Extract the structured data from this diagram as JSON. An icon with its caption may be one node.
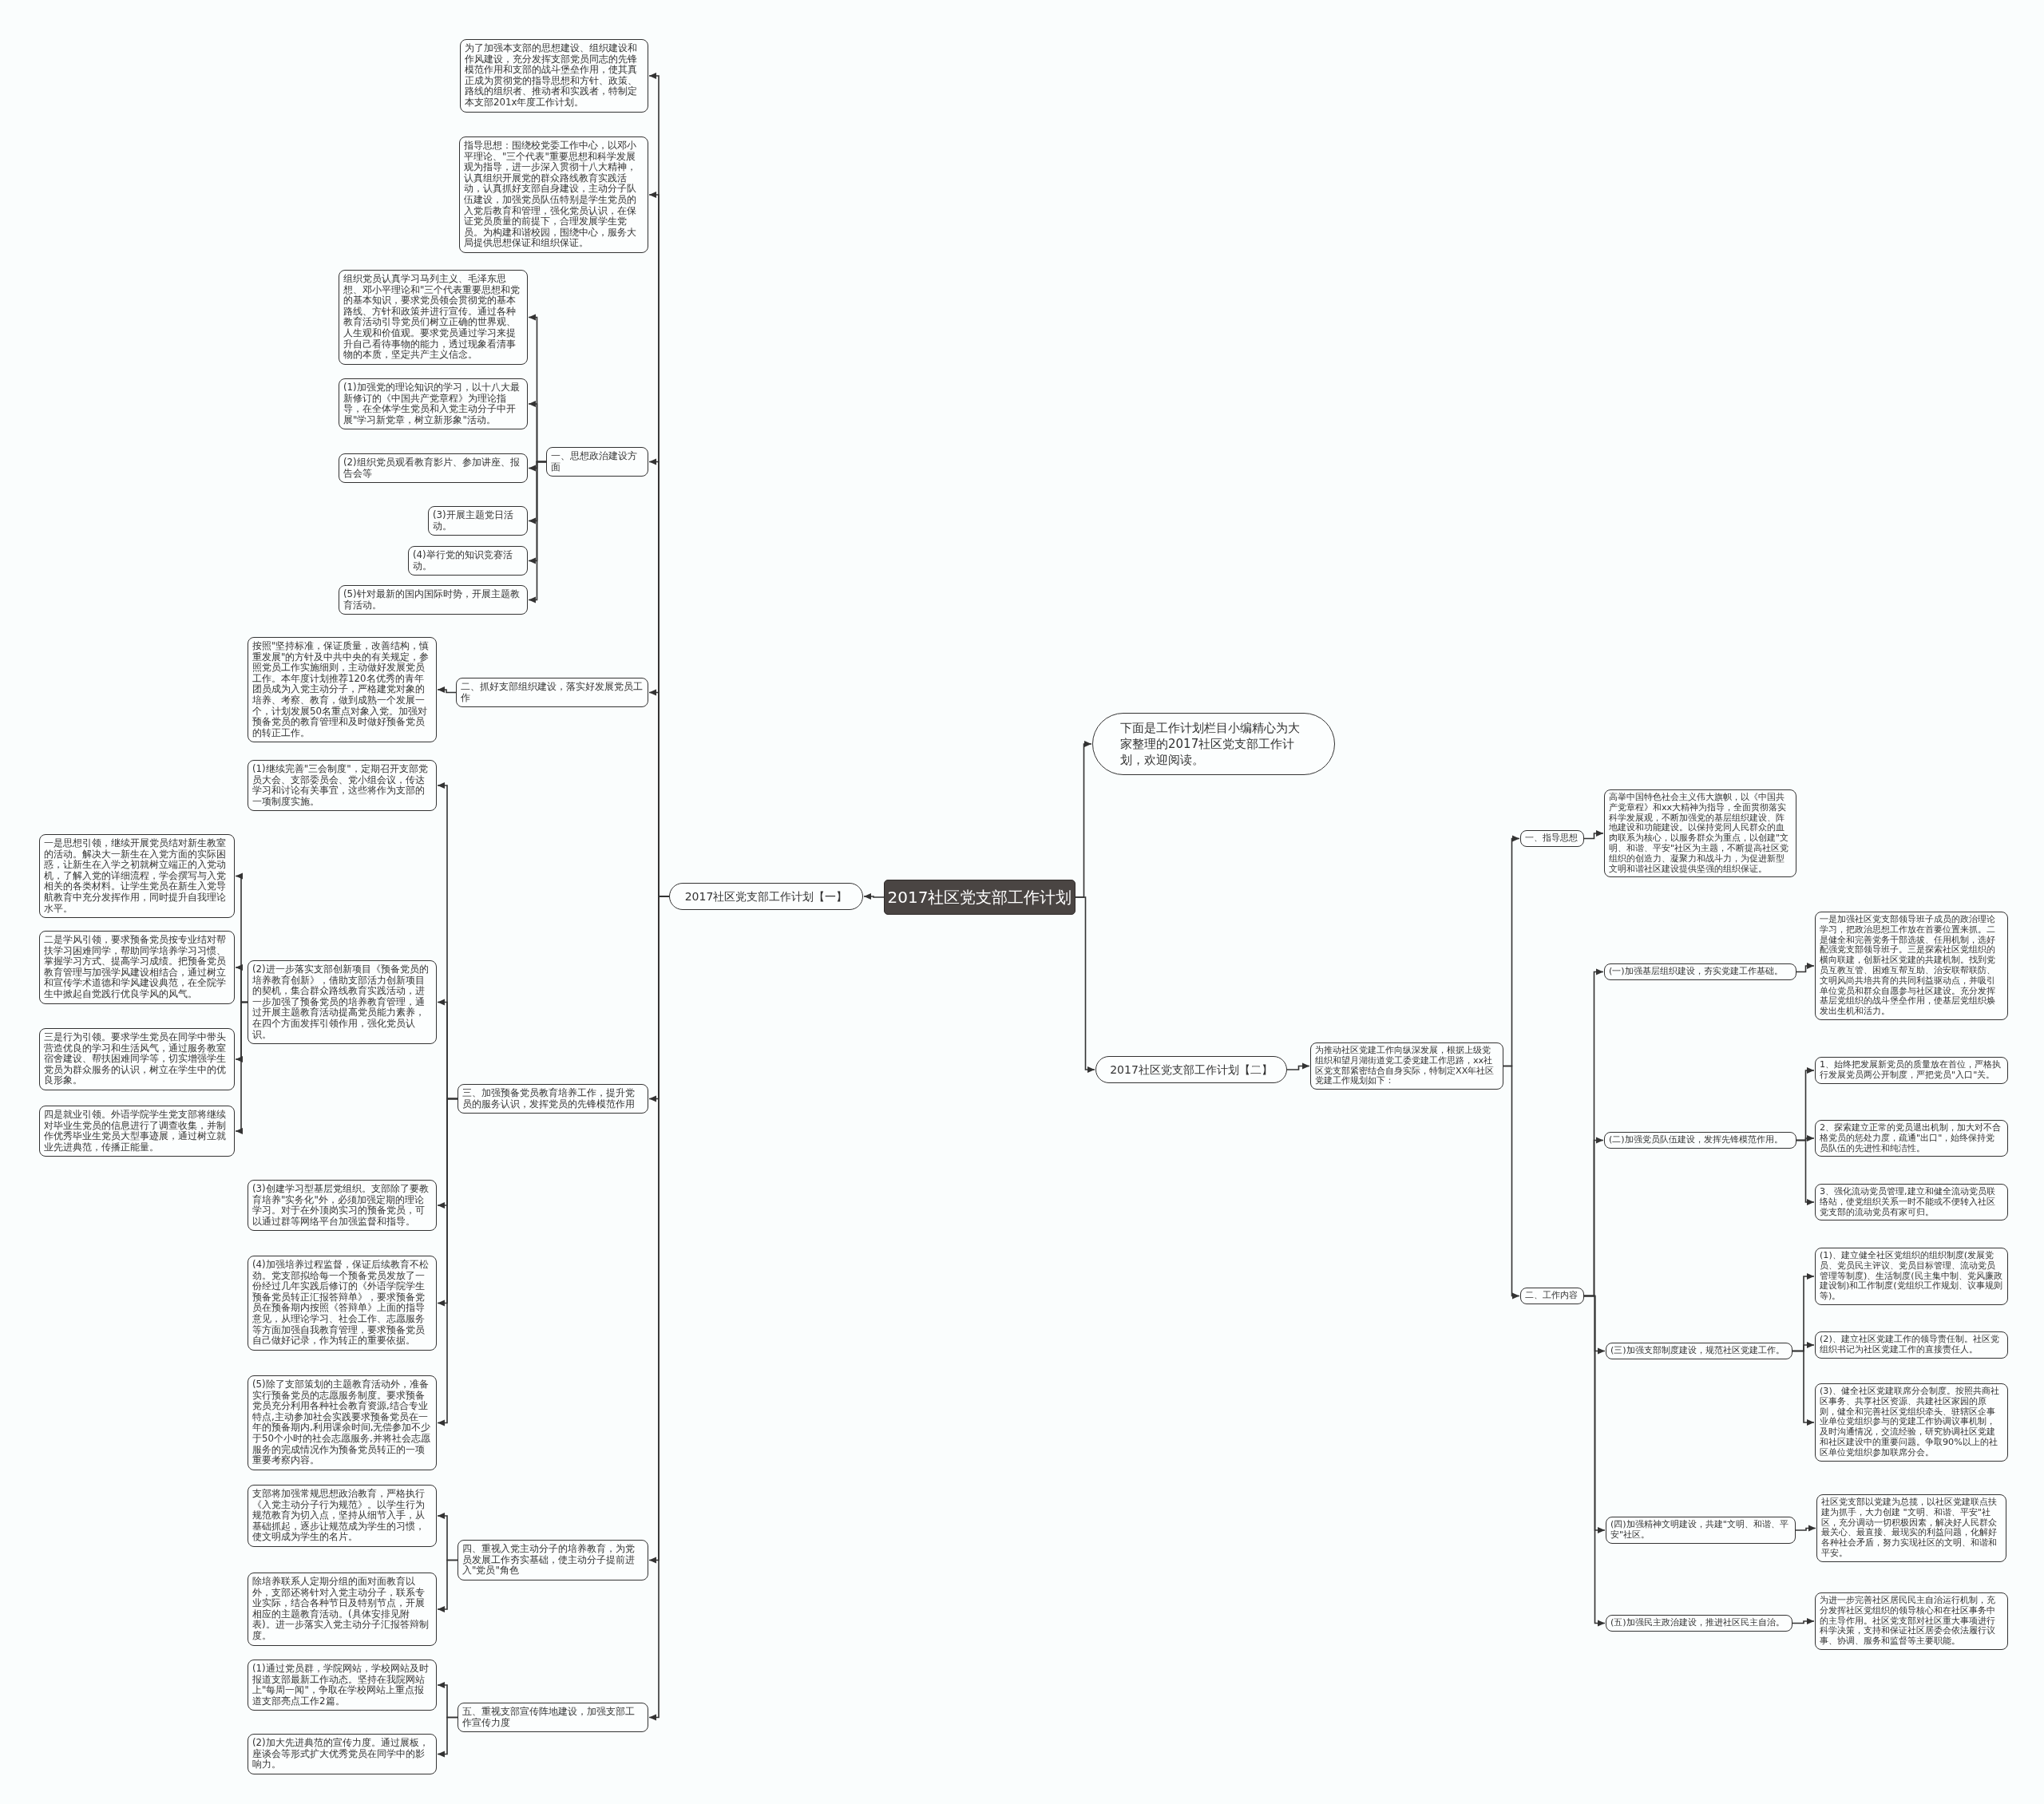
{
  "diagram": {
    "nodes": [
      {
        "text": [
          "2017社区党支部工作计划"
        ]
      },
      {
        "text": [
          "2017社区党支部工作计划【一】"
        ]
      },
      {
        "text": [
          "为了加强本支部的思想建设、组织建设和作风建设，充分发挥支部党员同志的先锋模范作用和支部的战斗堡垒作用，使其真正成为贯彻党的指导思想和方针、政策、路线的组织者、推动者和实践者，特制定本支部201x年度工作计划。"
        ]
      },
      {
        "text": [
          "指导思想：围绕校党委工作中心，以邓小平理论、\"三个代表\"重要思想和科学发展观为指导，进一步深入贯彻十八大精神，认真组织开展党的群众路线教育实践活动，认真抓好支部自身建设，主动分子队伍建设，加强党员队伍特别是学生党员的入党后教育和管理，强化党员认识，在保证党员质量的前提下，合理发展学生党员。为构建和谐校园，围绕中心，服务大局提供思想保证和组织保证。"
        ]
      },
      {
        "text": [
          "一、思想政治建设方面"
        ]
      },
      {
        "text": [
          "组织党员认真学习马列主义、毛泽东思想、邓小平理论和\"三个代表重要思想和党的基本知识，要求党员领会贯彻党的基本路线、方针和政策并进行宣传。通过各种教育活动引导党员们树立正确的世界观、人生观和价值观。要求党员通过学习来提升自己看待事物的能力，透过现象看清事物的本质，坚定共产主义信念。"
        ]
      },
      {
        "text": [
          "(1)加强党的理论知识的学习，以十八大最新修订的《中国共产党章程》为理论指导，在全体学生党员和入党主动分子中开展\"学习新党章，树立新形象\"活动。"
        ]
      },
      {
        "text": [
          "(2)组织党员观看教育影片、参加讲座、报告会等"
        ]
      },
      {
        "text": [
          "(3)开展主题党日活动。"
        ]
      },
      {
        "text": [
          "(4)举行党的知识竞赛活动。"
        ]
      },
      {
        "text": [
          "(5)针对最新的国内国际时势，开展主题教育活动。"
        ]
      },
      {
        "text": [
          "二、抓好支部组织建设，落实好发展党员工作"
        ]
      },
      {
        "text": [
          "按照\"坚持标准，保证质量，改善结构，慎重发展\"的方针及中共中央的有关规定，参照党员工作实施细则，主动做好发展党员工作。本年度计划推荐120名优秀的青年团员成为入党主动分子，严格建党对象的培养、考察、教育，做到成熟一个发展一个，计划发展50名重点对象入党。加强对预备党员的教育管理和及时做好预备党员的转正工作。"
        ]
      },
      {
        "text": [
          "三、加强预备党员教育培养工作，提升党员的服务认识，发挥党员的先锋模范作用"
        ]
      },
      {
        "text": [
          "(1)继续完善\"三会制度\"，定期召开支部党员大会、支部委员会、党小组会议，传达学习和讨论有关事宜，这些将作为支部的一项制度实施。"
        ]
      },
      {
        "text": [
          "(2)进一步落实支部创新项目《预备党员的培养教育创新》，借助支部活力创新项目的契机，集合群众路线教育实践活动，进一步加强了预备党员的培养教育管理，通过开展主题教育活动提高党员能力素养，在四个方面发挥引领作用，强化党员认识。"
        ]
      },
      {
        "text": [
          "一是思想引领，继续开展党员结对新生教室的活动。解决大一新生在入党方面的实际困惑，让新生在入学之初就树立端正的入党动机，了解入党的详细流程，学会撰写与入党相关的各类材料。让学生党员在新生入党导航教育中充分发挥作用，同时提升自我理论水平。"
        ]
      },
      {
        "text": [
          "二是学风引领，要求预备党员按专业结对帮扶学习困难同学，帮助同学培养学习习惯、掌握学习方式、提高学习成绩。把预备党员教育管理与加强学风建设相结合，通过树立和宣传学术道德和学风建设典范，在全院学生中掀起自觉践行优良学风的风气。"
        ]
      },
      {
        "text": [
          "三是行为引领。要求学生党员在同学中带头营造优良的学习和生活风气，通过服务教室宿舍建设、帮扶困难同学等，切实增强学生党员为群众服务的认识，树立在学生中的优良形象。"
        ]
      },
      {
        "text": [
          "四是就业引领。外语学院学生党支部将继续对毕业生党员的信息进行了调查收集，并制作优秀毕业生党员大型事迹展，通过树立就业先进典范，传播正能量。"
        ]
      },
      {
        "text": [
          "(3)创建学习型基层党组织。支部除了要教育培养\"实务化\"外，必须加强定期的理论学习。对于在外顶岗实习的预备党员，可以通过群等网络平台加强监督和指导。"
        ]
      },
      {
        "text": [
          "(4)加强培养过程监督，保证后续教育不松劲。党支部拟给每一个预备党员发放了一份经过几年实践后修订的《外语学院学生预备党员转正汇报答辩单》，要求预备党员在预备期内按照《答辩单》上面的指导意见，从理论学习、社会工作、志愿服务等方面加强自我教育管理，要求预备党员自己做好记录，作为转正的重要依据。"
        ]
      },
      {
        "text": [
          "(5)除了支部策划的主题教育活动外，准备实行预备党员的志愿服务制度。要求预备党员充分利用各种社会教育资源,结合专业特点,主动参加社会实践要求预备党员在一年的预备期内,利用课余时间,无偿参加不少于50个小时的社会志愿服务,并将社会志愿服务的完成情况作为预备党员转正的一项重要考察内容。"
        ]
      },
      {
        "text": [
          "四、重视入党主动分子的培养教育，为党员发展工作夯实基础，使主动分子提前进入\"党员\"角色"
        ]
      },
      {
        "text": [
          "支部将加强常规思想政治教育，严格执行《入党主动分子行为规范》。以学生行为规范教育为切入点，坚持从细节入手，从基础抓起，逐步让规范成为学生的习惯，使文明成为学生的名片。"
        ]
      },
      {
        "text": [
          "除培养联系人定期分组的面对面教育以外，支部还将针对入党主动分子，联系专业实际，结合各种节日及特别节点，开展相应的主题教育活动。(具体安排见附表)。进一步落实入党主动分子汇报答辩制度。"
        ]
      },
      {
        "text": [
          "五、重视支部宣传阵地建设，加强支部工作宣传力度"
        ]
      },
      {
        "text": [
          "(1)通过党员群，学院网站，学校网站及时报道支部最新工作动态。坚持在我院网站上\"每周一闻\"，争取在学校网站上重点报道支部亮点工作2篇。"
        ]
      },
      {
        "text": [
          "(2)加大先进典范的宣传力度。通过展板，座谈会等形式扩大优秀党员在同学中的影响力。"
        ]
      },
      {
        "text": [
          "下面是工作计划栏目小编精心为大家整理的2017社区党支部工作计划，欢迎阅读。"
        ]
      },
      {
        "text": [
          "2017社区党支部工作计划【二】"
        ]
      },
      {
        "text": [
          "为推动社区党建工作向纵深发展，根据上级党组织和望月湖街道党工委党建工作思路，xx社区党支部紧密结合自身实际，特制定XX年社区党建工作规划如下："
        ]
      },
      {
        "text": [
          "一、指导思想"
        ]
      },
      {
        "text": [
          "高举中国特色社会主义伟大旗帜，以《中国共产党章程》和xx大精神为指导，全面贯彻落实科学发展观，不断加强党的基层组织建设、阵地建设和功能建设。以保持党同人民群众的血肉联系为核心，以服务群众为重点，以创建\"文明、和谐、平安\"社区为主题，不断提高社区党组织的创造力、凝聚力和战斗力，为促进新型文明和谐社区建设提供坚强的组织保证。"
        ]
      },
      {
        "text": [
          "二、工作内容"
        ]
      },
      {
        "text": [
          "(一)加强基层组织建设，夯实党建工作基础。"
        ]
      },
      {
        "text": [
          "一是加强社区党支部领导班子成员的政治理论学习，把政治思想工作放在首要位置来抓。二是健全和完善党务干部选拔、任用机制，选好配强党支部领导班子。三是探索社区党组织的横向联建，创新社区党建的共建机制。找到党员互教互管、困难互帮互助、治安联帮联防、文明风尚共培共育的共同利益驱动点，并吸引单位党员和群众自愿参与社区建设。充分发挥基层党组织的战斗堡垒作用，使基层党组织焕发出生机和活力。"
        ]
      },
      {
        "text": [
          "(二)加强党员队伍建设，发挥先锋模范作用。"
        ]
      },
      {
        "text": [
          "1、始终把发展新党员的质量放在首位，严格执行发展党员两公开制度，严把党员\"入口\"关。"
        ]
      },
      {
        "text": [
          "2、探索建立正常的党员退出机制，加大对不合格党员的惩处力度，疏通\"出口\"，始终保持党员队伍的先进性和纯洁性。"
        ]
      },
      {
        "text": [
          "3、强化流动党员管理,建立和健全流动党员联络站，使党组织关系一时不能或不便转入社区党支部的流动党员有家可归。"
        ]
      },
      {
        "text": [
          "(三)加强支部制度建设，规范社区党建工作。"
        ]
      },
      {
        "text": [
          "(1)、建立健全社区党组织的组织制度(发展党员、党员民主评议、党员目标管理、流动党员管理等制度)、生活制度(民主集中制、党风廉政建设制)和工作制度(党组织工作规划、议事规则等)。"
        ]
      },
      {
        "text": [
          "(2)、建立社区党建工作的领导责任制。社区党组织书记为社区党建工作的直接责任人。"
        ]
      },
      {
        "text": [
          "(3)、健全社区党建联席分会制度。按照共商社区事务、共享社区资源、共建社区家园的原则，健全和完善社区党组织牵头、驻辖区企事业单位党组织参与的党建工作协调议事机制，及时沟通情况，交流经验，研究协调社区党建和社区建设中的重要问题。争取90%以上的社区单位党组织参加联席分会。"
        ]
      },
      {
        "text": [
          "(四)加强精神文明建设，共建\"文明、和谐、平安\"社区。"
        ]
      },
      {
        "text": [
          "社区党支部以党建为总揽，以社区党建联点扶建为抓手，大力创建 \"文明、和谐、平安\"社区，充分调动一切积极因素，解决好人民群众最关心、最直接、最现实的利益问题，化解好各种社会矛盾，努力实现社区的文明、和谐和平安。"
        ]
      },
      {
        "text": [
          "(五)加强民主政治建设，推进社区民主自治。"
        ]
      },
      {
        "text": [
          "为进一步完善社区居民民主自治运行机制，充分发挥社区党组织的领导核心和在社区事务中的主导作用。社区党支部对社区重大事项进行科学决策，支持和保证社区居委会依法履行议事、协调、服务和监督等主要职能。"
        ]
      }
    ],
    "edges": [
      {
        "from": 0,
        "to": 1,
        "arrow": "to"
      },
      {
        "from": 0,
        "to": 29,
        "arrow": "to"
      },
      {
        "from": 0,
        "to": 30,
        "arrow": "to"
      },
      {
        "from": 1,
        "to": 2,
        "arrow": "to"
      },
      {
        "from": 1,
        "to": 3,
        "arrow": "to"
      },
      {
        "from": 1,
        "to": 4,
        "arrow": "to"
      },
      {
        "from": 1,
        "to": 11,
        "arrow": "to"
      },
      {
        "from": 1,
        "to": 13,
        "arrow": "to"
      },
      {
        "from": 1,
        "to": 23,
        "arrow": "to"
      },
      {
        "from": 1,
        "to": 26,
        "arrow": "to"
      },
      {
        "from": 4,
        "to": 5,
        "arrow": "to"
      },
      {
        "from": 4,
        "to": 6,
        "arrow": "to"
      },
      {
        "from": 4,
        "to": 7,
        "arrow": "to"
      },
      {
        "from": 4,
        "to": 8,
        "arrow": "to"
      },
      {
        "from": 4,
        "to": 9,
        "arrow": "to"
      },
      {
        "from": 4,
        "to": 10,
        "arrow": "to"
      },
      {
        "from": 11,
        "to": 12,
        "arrow": "to"
      },
      {
        "from": 13,
        "to": 14,
        "arrow": "to"
      },
      {
        "from": 13,
        "to": 15,
        "arrow": "to"
      },
      {
        "from": 13,
        "to": 20,
        "arrow": "to"
      },
      {
        "from": 13,
        "to": 21,
        "arrow": "to"
      },
      {
        "from": 13,
        "to": 22,
        "arrow": "to"
      },
      {
        "from": 15,
        "to": 16,
        "arrow": "to"
      },
      {
        "from": 15,
        "to": 17,
        "arrow": "to"
      },
      {
        "from": 15,
        "to": 18,
        "arrow": "to"
      },
      {
        "from": 15,
        "to": 19,
        "arrow": "to"
      },
      {
        "from": 23,
        "to": 24,
        "arrow": "to"
      },
      {
        "from": 23,
        "to": 25,
        "arrow": "to"
      },
      {
        "from": 26,
        "to": 27,
        "arrow": "to"
      },
      {
        "from": 26,
        "to": 28,
        "arrow": "to"
      },
      {
        "from": 30,
        "to": 31,
        "arrow": "to"
      },
      {
        "from": 31,
        "to": 32,
        "arrow": "to"
      },
      {
        "from": 31,
        "to": 34,
        "arrow": "to"
      },
      {
        "from": 32,
        "to": 33,
        "arrow": "to"
      },
      {
        "from": 34,
        "to": 35,
        "arrow": "to"
      },
      {
        "from": 34,
        "to": 37,
        "arrow": "to"
      },
      {
        "from": 34,
        "to": 41,
        "arrow": "to"
      },
      {
        "from": 34,
        "to": 45,
        "arrow": "to"
      },
      {
        "from": 34,
        "to": 47,
        "arrow": "to"
      },
      {
        "from": 35,
        "to": 36,
        "arrow": "to"
      },
      {
        "from": 37,
        "to": 38,
        "arrow": "to"
      },
      {
        "from": 37,
        "to": 39,
        "arrow": "to"
      },
      {
        "from": 37,
        "to": 40,
        "arrow": "to"
      },
      {
        "from": 41,
        "to": 42,
        "arrow": "to"
      },
      {
        "from": 41,
        "to": 43,
        "arrow": "to"
      },
      {
        "from": 41,
        "to": 44,
        "arrow": "to"
      },
      {
        "from": 45,
        "to": 46,
        "arrow": "to"
      },
      {
        "from": 47,
        "to": 48,
        "arrow": "to"
      }
    ]
  }
}
